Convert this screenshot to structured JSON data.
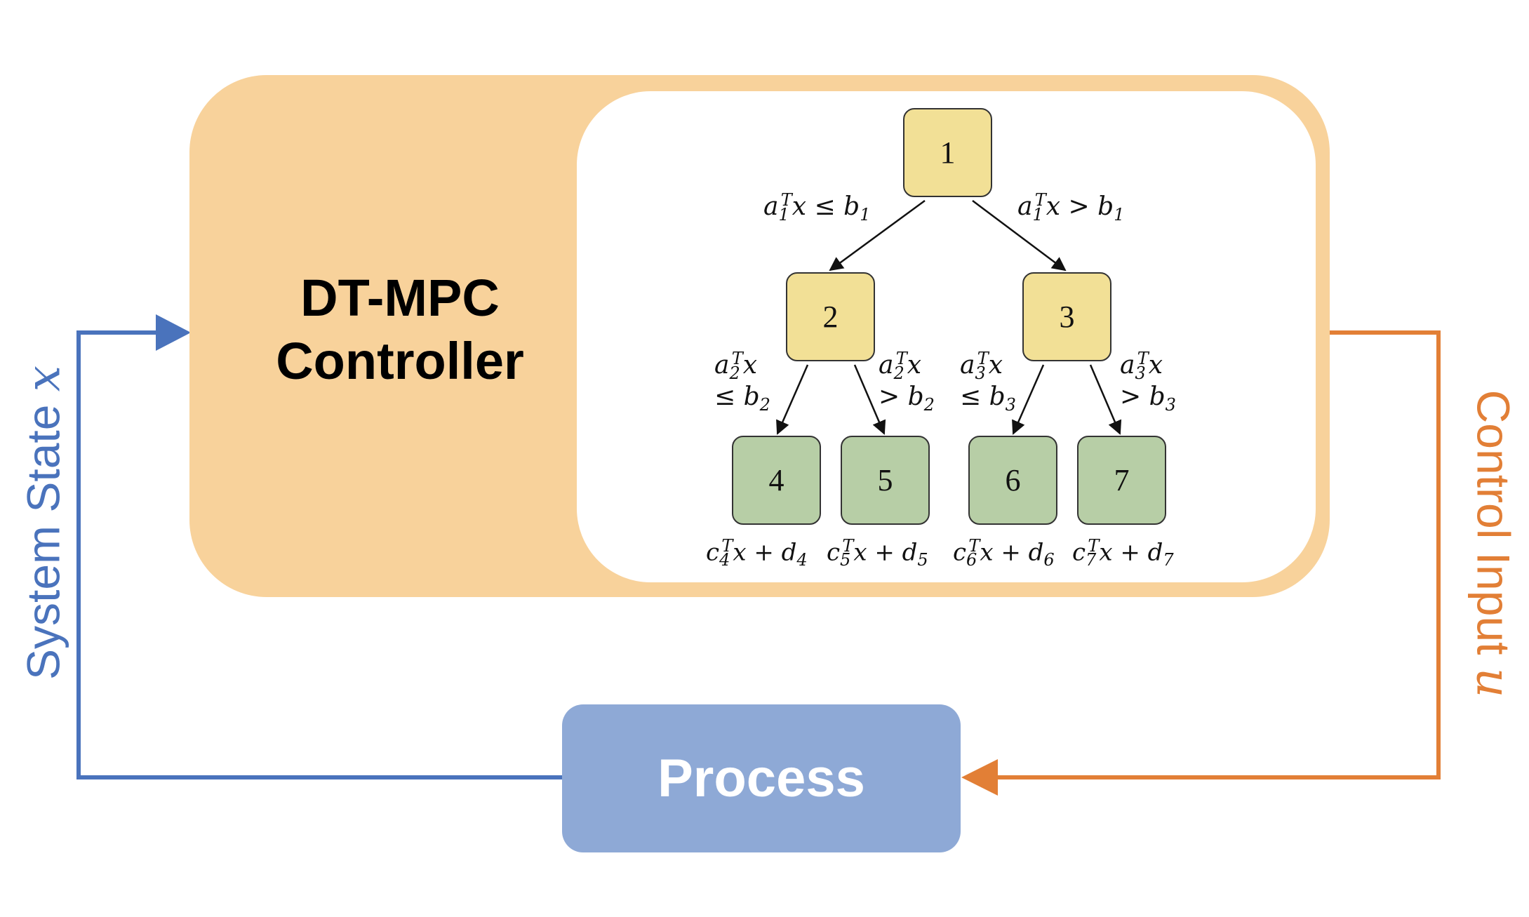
{
  "controller": {
    "title_line1": "DT-MPC",
    "title_line2": "Controller"
  },
  "process": {
    "label": "Process"
  },
  "signals": {
    "state_label": "System State",
    "state_symbol": "x",
    "input_label": "Control Input",
    "input_symbol": "u"
  },
  "tree": {
    "nodes": [
      {
        "id": "1",
        "kind": "decision"
      },
      {
        "id": "2",
        "kind": "decision"
      },
      {
        "id": "3",
        "kind": "decision"
      },
      {
        "id": "4",
        "kind": "leaf"
      },
      {
        "id": "5",
        "kind": "leaf"
      },
      {
        "id": "6",
        "kind": "leaf"
      },
      {
        "id": "7",
        "kind": "leaf"
      }
    ],
    "edges": [
      {
        "from": "1",
        "to": "2"
      },
      {
        "from": "1",
        "to": "3"
      },
      {
        "from": "2",
        "to": "4"
      },
      {
        "from": "2",
        "to": "5"
      },
      {
        "from": "3",
        "to": "6"
      },
      {
        "from": "3",
        "to": "7"
      }
    ],
    "labels": {
      "c1l": {
        "a": "a",
        "asub": "1",
        "asup": "T",
        "x": "x",
        "rel": "≤",
        "b": "b",
        "bsub": "1"
      },
      "c1r": {
        "a": "a",
        "asub": "1",
        "asup": "T",
        "x": "x",
        "rel": ">",
        "b": "b",
        "bsub": "1"
      },
      "c2l": {
        "a": "a",
        "asub": "2",
        "asup": "T",
        "x": "x",
        "rel": "≤",
        "b": "b",
        "bsub": "2"
      },
      "c2r": {
        "a": "a",
        "asub": "2",
        "asup": "T",
        "x": "x",
        "rel": ">",
        "b": "b",
        "bsub": "2"
      },
      "c3l": {
        "a": "a",
        "asub": "3",
        "asup": "T",
        "x": "x",
        "rel": "≤",
        "b": "b",
        "bsub": "3"
      },
      "c3r": {
        "a": "a",
        "asub": "3",
        "asup": "T",
        "x": "x",
        "rel": ">",
        "b": "b",
        "bsub": "3"
      },
      "l4": {
        "c": "c",
        "csub": "4",
        "csup": "T",
        "x": "x",
        "op": "+",
        "d": "d",
        "dsub": "4"
      },
      "l5": {
        "c": "c",
        "csub": "5",
        "csup": "T",
        "x": "x",
        "op": "+",
        "d": "d",
        "dsub": "5"
      },
      "l6": {
        "c": "c",
        "csub": "6",
        "csup": "T",
        "x": "x",
        "op": "+",
        "d": "d",
        "dsub": "6"
      },
      "l7": {
        "c": "c",
        "csub": "7",
        "csup": "T",
        "x": "x",
        "op": "+",
        "d": "d",
        "dsub": "7"
      }
    }
  },
  "colors": {
    "controller_fill": "#f8d29b",
    "process_fill": "#8ea9d6",
    "state_wire": "#4a73bc",
    "input_wire": "#e27f36",
    "decision_node": "#f2e096",
    "leaf_node": "#b7cea6",
    "top_arrow": "#1f3864"
  }
}
